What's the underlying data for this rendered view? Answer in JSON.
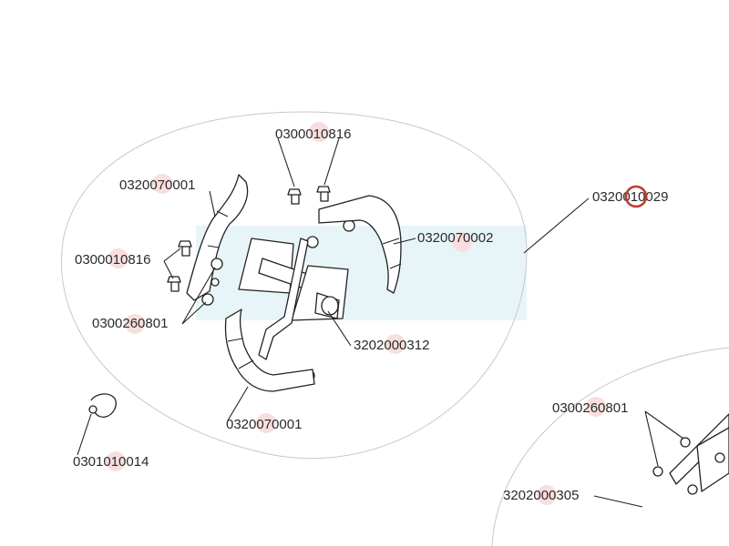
{
  "diagram": {
    "labels": {
      "bolt_top": "0300010816",
      "blade_left_top": "0320070001",
      "blade_right": "0320070002",
      "bolt_left": "0300010816",
      "nut_left": "0300260801",
      "hub": "3202000312",
      "blade_left_bottom": "0320070001",
      "clip": "0301010014",
      "assembly": "0320010029",
      "nut_right": "0300260801",
      "hub_right": "3202000305"
    },
    "colors": {
      "highlight": "#c0392b",
      "watermark": "#e6f4f7"
    }
  }
}
